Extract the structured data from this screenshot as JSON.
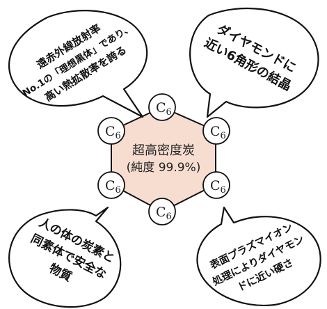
{
  "bubbles": {
    "top_left": {
      "lines": [
        "遠赤外線放射率",
        "No.1の「理想黒体」であり、",
        "高い熱拡散率を誇る"
      ]
    },
    "top_right": {
      "lines": [
        "ダイヤモンドに",
        "近い6角形の結晶"
      ]
    },
    "bottom_left": {
      "lines": [
        "人の体の炭素と",
        "同素体で安全な",
        "物質"
      ]
    },
    "bottom_right": {
      "lines": [
        "表面プラズマイオン",
        "処理によりダイヤモン",
        "ドに近い硬さ"
      ]
    }
  },
  "center": {
    "line1": "超高密度炭",
    "line2": "(純度 99.9%)"
  },
  "atoms": {
    "symbol": "C",
    "subscript": "6"
  },
  "colors": {
    "hexagon_fill": "#f7ddd0",
    "outline": "#111111",
    "atom_fill": "#ffffff"
  }
}
